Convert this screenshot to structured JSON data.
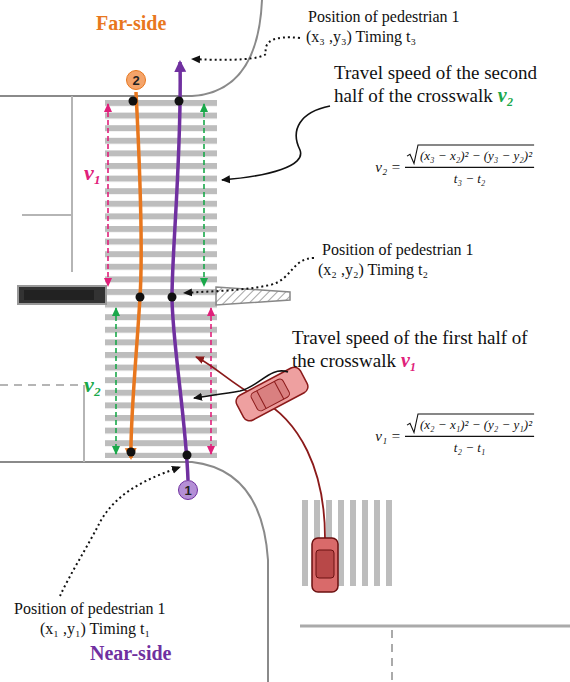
{
  "diagram": {
    "nodes": [
      {
        "text": [
          "2"
        ]
      },
      {
        "text": [
          "1"
        ]
      }
    ],
    "labels": [
      "Far-side",
      "Position of pedestrian 1",
      "(x₃ ,y₃) Timing t₃",
      "Travel speed of the second half of the crosswalk",
      "v₂",
      "v₂ =",
      "(x₃ − x₂)² − (y₃ − y₂)²",
      "t₃ − t₂",
      "v₁",
      "Position of pedestrian 1",
      "(x₂ ,y₂) Timing t₂",
      "Travel speed of the first half of the crosswalk",
      "v₁",
      "v₁ =",
      "(x₂ − x₁)² − (y₂ − y₁)²",
      "t₂ − t₁",
      "v₂",
      "Position of pedestrian 1",
      "(x₁ ,y₁) Timing t₁",
      "Near-side"
    ]
  }
}
